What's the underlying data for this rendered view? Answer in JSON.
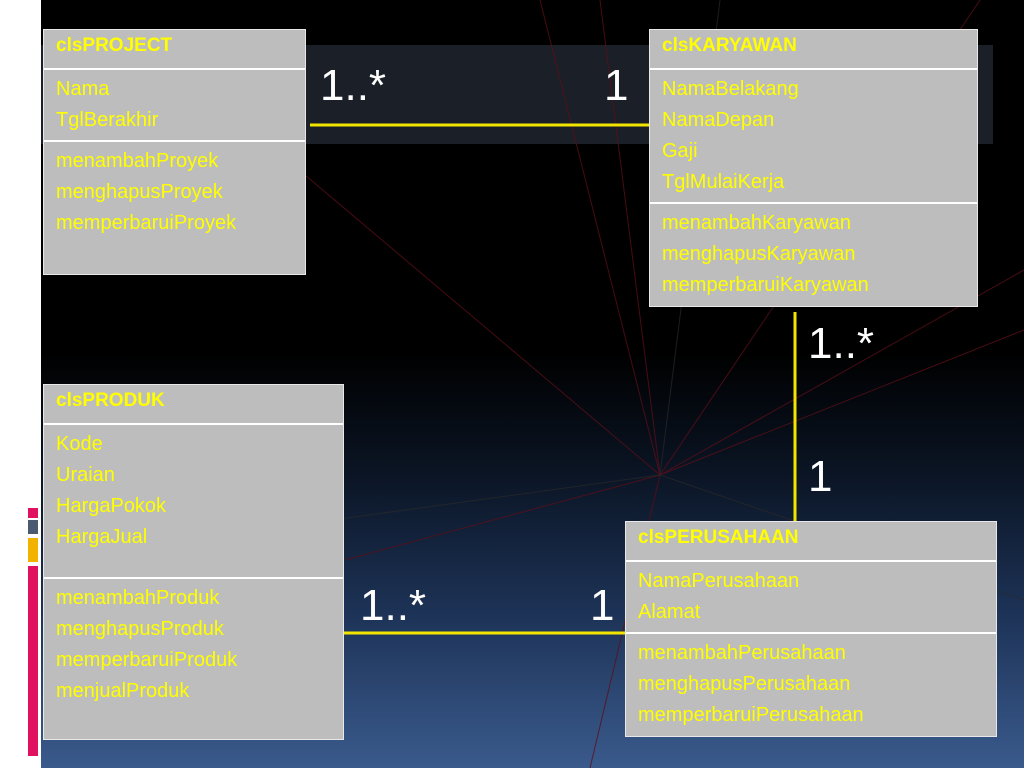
{
  "classes": {
    "project": {
      "name": "clsPROJECT",
      "attributes": [
        "Nama",
        "TglBerakhir"
      ],
      "methods": [
        "menambahProyek",
        "menghapusProyek",
        "memperbaruiProyek"
      ]
    },
    "karyawan": {
      "name": "clsKARYAWAN",
      "attributes": [
        "NamaBelakang",
        "NamaDepan",
        "Gaji",
        "TglMulaiKerja"
      ],
      "methods": [
        "menambahKaryawan",
        "menghapusKaryawan",
        "memperbaruiKaryawan"
      ]
    },
    "produk": {
      "name": "clsPRODUK",
      "attributes": [
        "Kode",
        "Uraian",
        "HargaPokok",
        "HargaJual"
      ],
      "methods": [
        "menambahProduk",
        "menghapusProduk",
        "memperbaruiProduk",
        "menjualProduk"
      ]
    },
    "perusahaan": {
      "name": "clsPERUSAHAAN",
      "attributes": [
        "NamaPerusahaan",
        "Alamat"
      ],
      "methods": [
        "menambahPerusahaan",
        "menghapusPerusahaan",
        "memperbaruiPerusahaan"
      ]
    }
  },
  "multiplicities": {
    "project_karyawan": {
      "project_end": "1..*",
      "karyawan_end": "1"
    },
    "karyawan_perusahaan": {
      "karyawan_end": "1..*",
      "perusahaan_end": "1"
    },
    "produk_perusahaan": {
      "produk_end": "1..*",
      "perusahaan_end": "1"
    }
  },
  "colors": {
    "text": "#ffff00",
    "box": "#bdbdbd",
    "connector": "#f2e600",
    "multiplicity": "#ffffff"
  }
}
